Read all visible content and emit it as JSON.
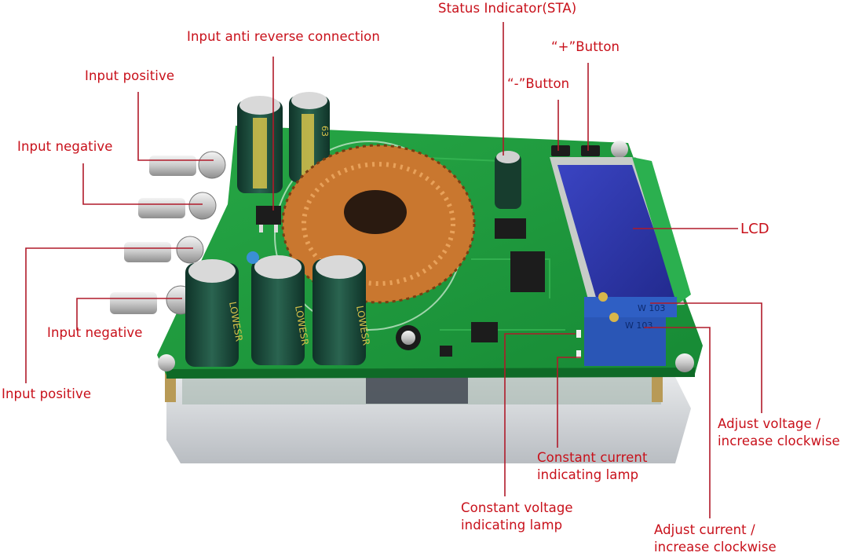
{
  "figure": {
    "subject": "DC-DC buck converter module with LCD",
    "colors": {
      "background": "#ffffff",
      "label_text": "#c8101a",
      "leader_line": "#b01a2a",
      "pcb": "#1f9a3c",
      "pcb_dark": "#177a2e",
      "heatsink": "#cfd2d6",
      "capacitor": "#1d4a3c",
      "capacitor_stripe": "#d6c24a",
      "inductor_copper": "#c9772f",
      "lcd": "#2a33a8",
      "potentiometer": "#2f5fc4"
    }
  },
  "components": {
    "lcd_label": "LCD",
    "pot_marking_1": "W 103",
    "pot_marking_2": "W 103",
    "cap_marking": "LOWESR",
    "cap_small_marking": "63"
  },
  "annotations": [
    {
      "id": "status_indicator",
      "text": "Status Indicator(STA)"
    },
    {
      "id": "plus_button",
      "text": "“+”Button"
    },
    {
      "id": "minus_button",
      "text": "“-”Button"
    },
    {
      "id": "input_anti_reverse",
      "text": "Input anti reverse connection"
    },
    {
      "id": "input_positive_top",
      "text": "Input positive"
    },
    {
      "id": "input_negative_top",
      "text": "Input negative"
    },
    {
      "id": "lcd",
      "text": "LCD"
    },
    {
      "id": "input_negative_bottom",
      "text": "Input negative"
    },
    {
      "id": "input_positive_bottom",
      "text": "Input positive"
    },
    {
      "id": "adjust_voltage",
      "text": "Adjust voltage / increase clockwise"
    },
    {
      "id": "constant_current_lamp",
      "text": "Constant current indicating lamp"
    },
    {
      "id": "constant_voltage_lamp",
      "text": "Constant voltage indicating lamp"
    },
    {
      "id": "adjust_current",
      "text": "Adjust current / increase clockwise"
    }
  ]
}
